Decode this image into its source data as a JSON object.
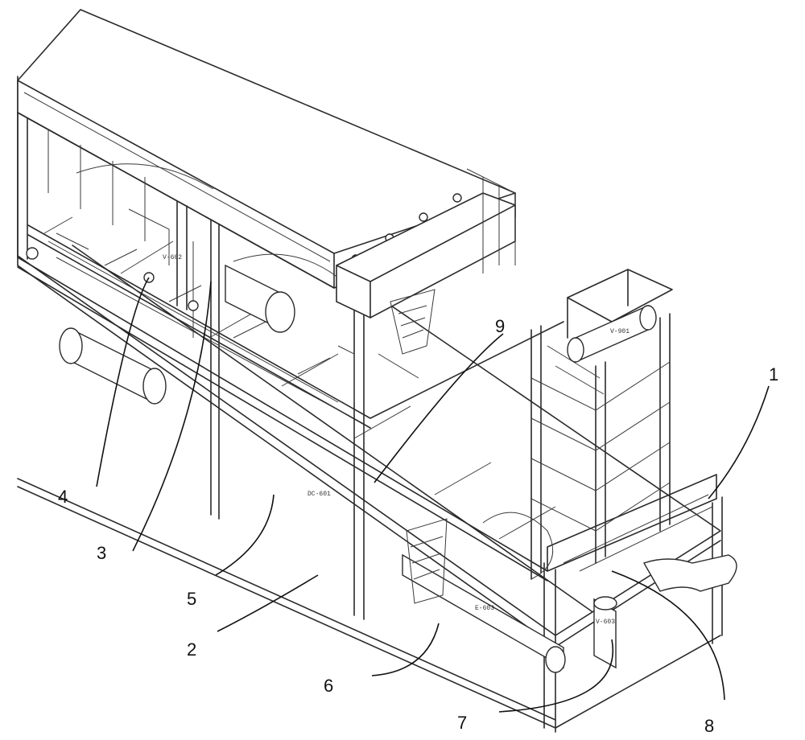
{
  "figure": {
    "callouts": [
      {
        "id": "1",
        "label": "1"
      },
      {
        "id": "2",
        "label": "2"
      },
      {
        "id": "3",
        "label": "3"
      },
      {
        "id": "4",
        "label": "4"
      },
      {
        "id": "5",
        "label": "5"
      },
      {
        "id": "6",
        "label": "6"
      },
      {
        "id": "7",
        "label": "7"
      },
      {
        "id": "8",
        "label": "8"
      },
      {
        "id": "9",
        "label": "9"
      }
    ],
    "equipment_tags": {
      "v602": "V-602",
      "dc601": "DC-601",
      "e603": "E-603",
      "v603": "V-603",
      "v901": "V-901"
    }
  }
}
